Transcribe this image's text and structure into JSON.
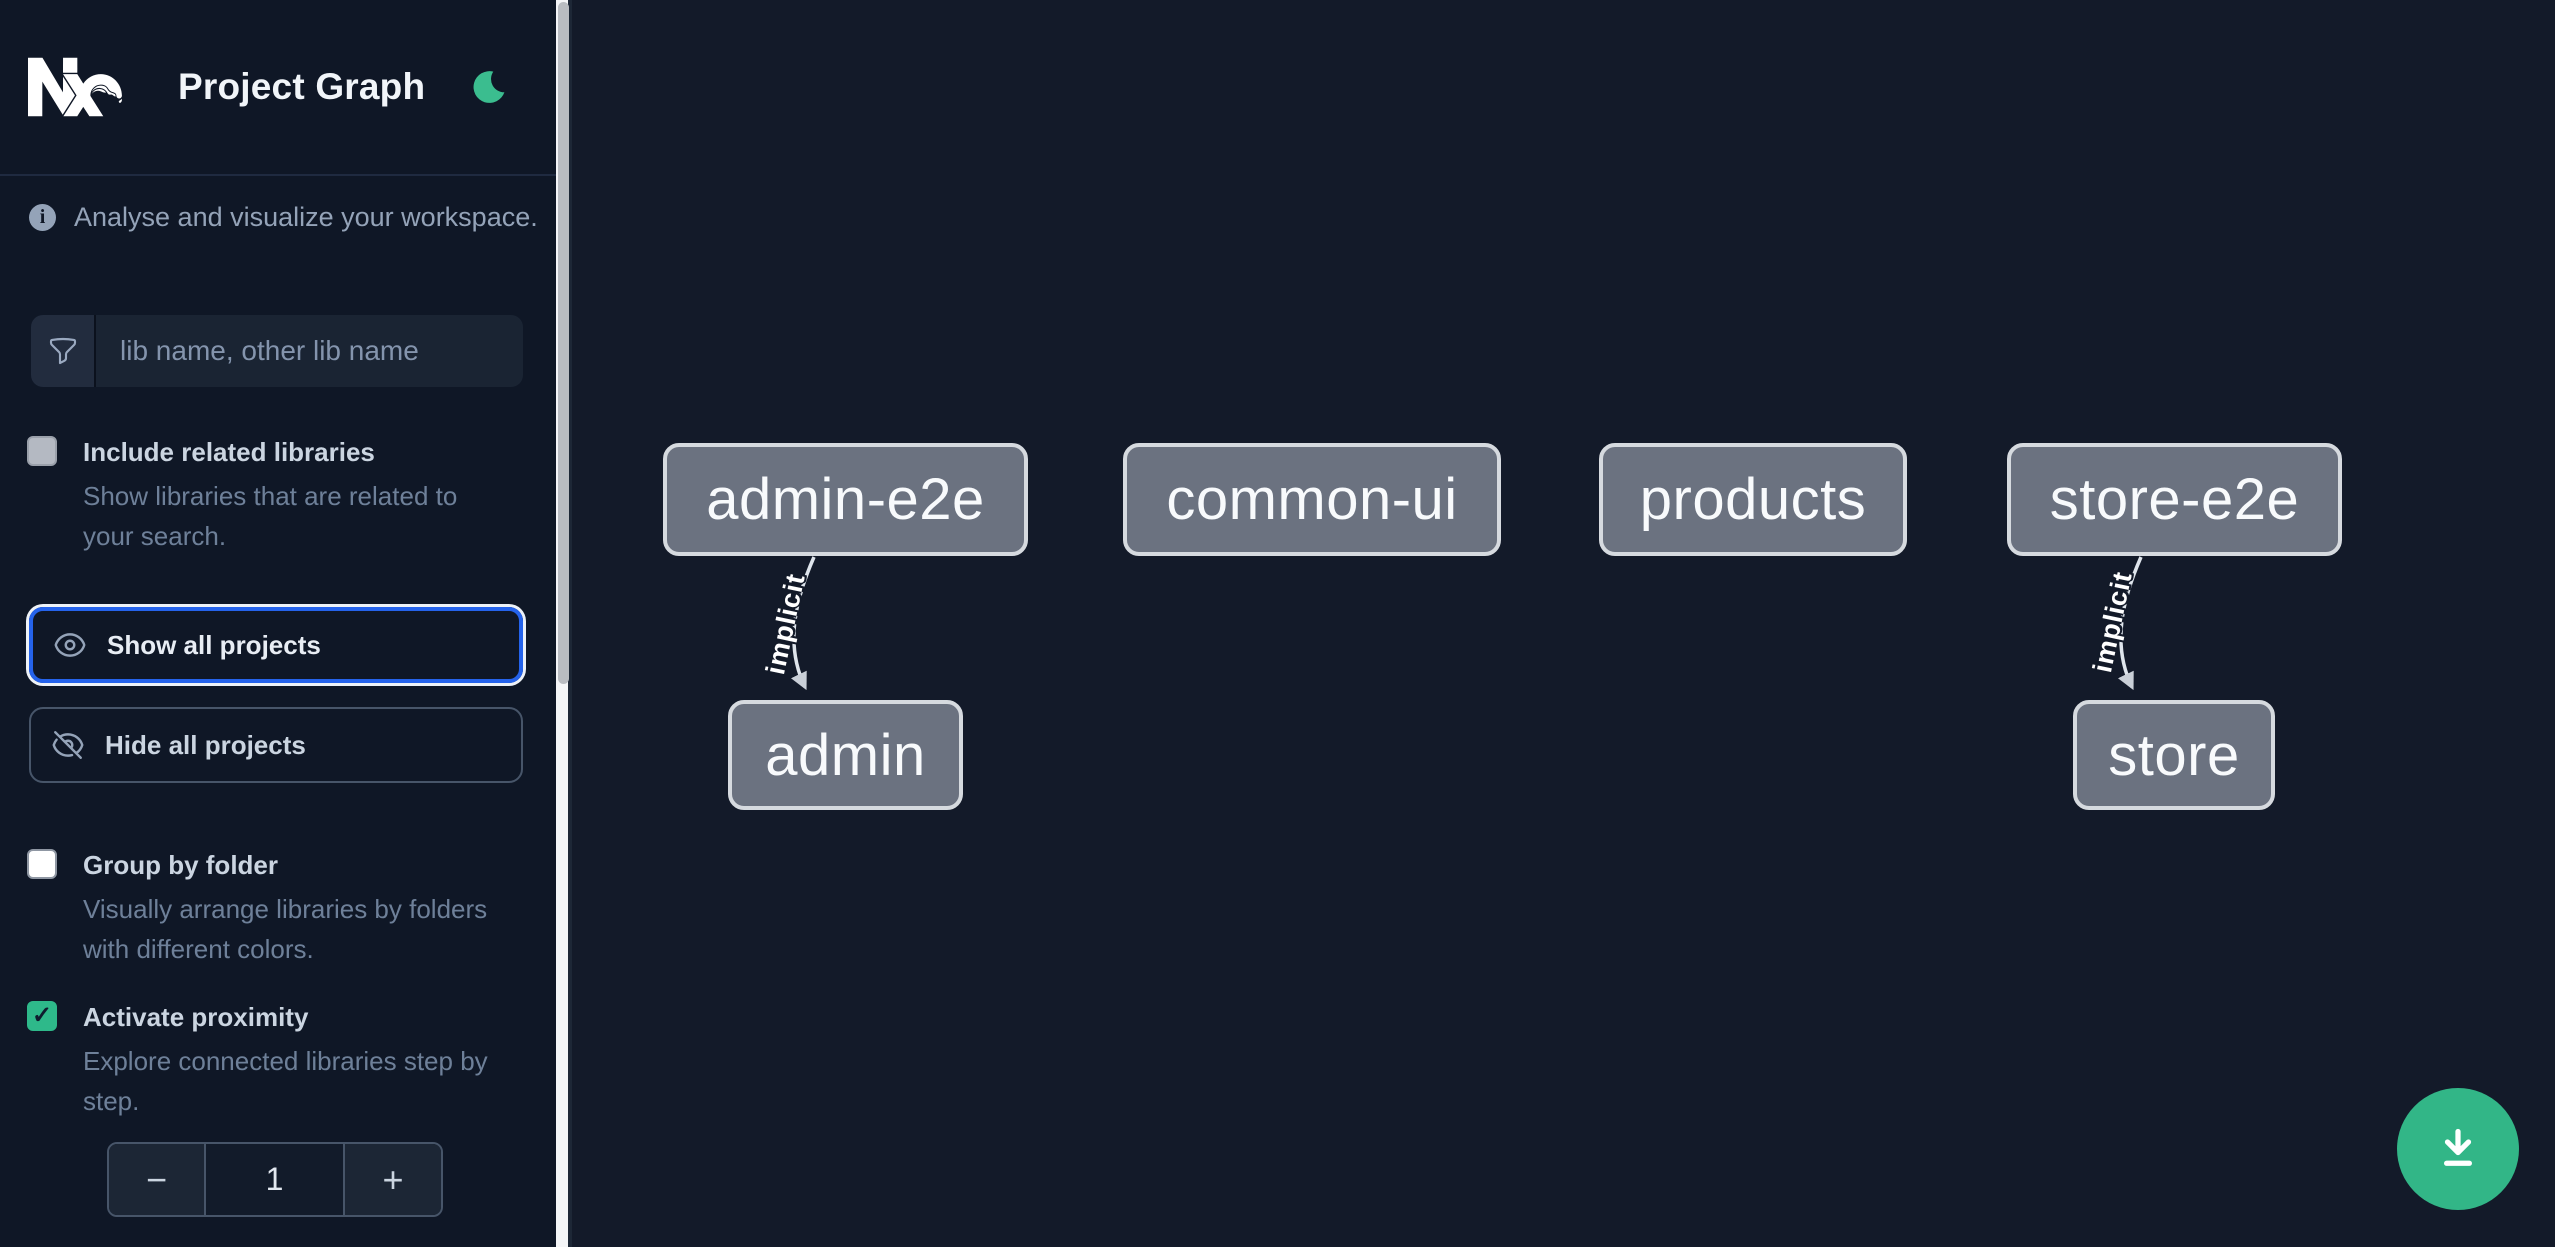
{
  "header": {
    "title": "Project Graph"
  },
  "info": {
    "text": "Analyse and visualize your workspace."
  },
  "search": {
    "placeholder": "lib name, other lib name",
    "value": ""
  },
  "options": {
    "include_related": {
      "label": "Include related libraries",
      "description": "Show libraries that are related to your search.",
      "checked": false
    },
    "group_by_folder": {
      "label": "Group by folder",
      "description": "Visually arrange libraries by folders with different colors.",
      "checked": false
    },
    "activate_proximity": {
      "label": "Activate proximity",
      "description": "Explore connected libraries step by step.",
      "checked": true
    }
  },
  "actions": {
    "show_all": "Show all projects",
    "hide_all": "Hide all projects"
  },
  "stepper": {
    "decrement_label": "−",
    "value": "1",
    "increment_label": "+"
  },
  "graph": {
    "nodes": [
      {
        "label": "admin-e2e"
      },
      {
        "label": "common-ui"
      },
      {
        "label": "products"
      },
      {
        "label": "store-e2e"
      },
      {
        "label": "admin"
      },
      {
        "label": "store"
      }
    ],
    "edges": [
      {
        "source": "admin-e2e",
        "target": "admin",
        "label": "implicit"
      },
      {
        "source": "store-e2e",
        "target": "store",
        "label": "implicit"
      }
    ]
  },
  "icons": {
    "logo": "nx-logo",
    "theme_toggle": "moon-icon",
    "info": "info-icon",
    "search": "filter-funnel-icon",
    "show_all": "eye-icon",
    "hide_all": "eye-off-icon",
    "fab": "download-icon",
    "checkmark": "✓"
  },
  "colors": {
    "accent_green": "#35b78a",
    "focus_blue": "#2563eb",
    "sidebar_bg": "#0f1726",
    "canvas_bg": "#131a29",
    "node_fill": "#6b7280",
    "node_border": "#d6dadf",
    "node_text": "#f8fafc",
    "edge": "#dfe5ec"
  }
}
